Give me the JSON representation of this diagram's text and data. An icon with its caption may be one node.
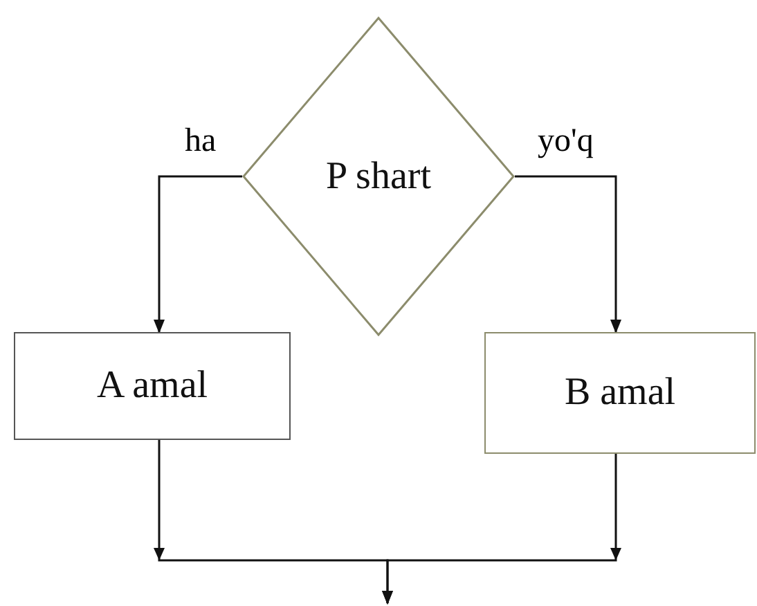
{
  "diagram": {
    "nodes": [
      {
        "text": [
          "P shart"
        ]
      },
      {
        "text": [
          "A amal"
        ]
      },
      {
        "text": [
          "B amal"
        ]
      }
    ],
    "edges": [
      {
        "from": 0,
        "to": 1,
        "arrow": "to",
        "label": "ha"
      },
      {
        "from": 0,
        "to": 2,
        "arrow": "to",
        "label": "yo'q"
      },
      {
        "from": 1,
        "to": null,
        "arrow": "to"
      },
      {
        "from": 2,
        "to": null,
        "arrow": "to"
      }
    ]
  }
}
